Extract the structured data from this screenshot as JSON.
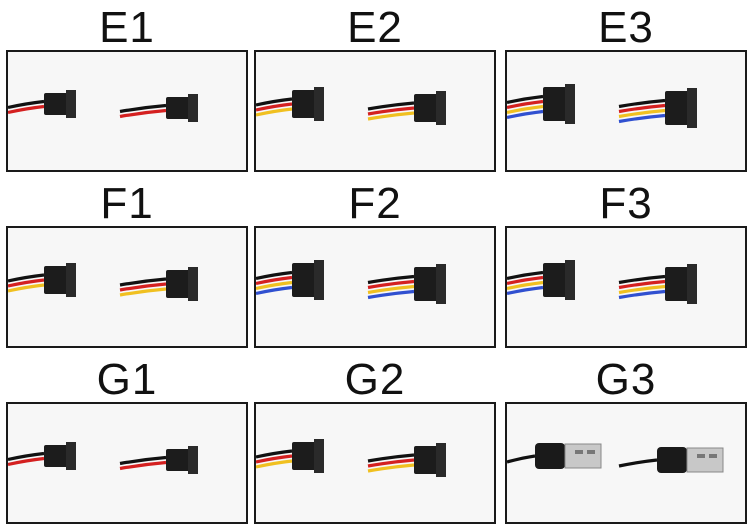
{
  "cells": [
    {
      "label": "E1",
      "wires": [
        "#111111",
        "#d42020"
      ],
      "connector": "plug-2pin"
    },
    {
      "label": "E2",
      "wires": [
        "#111111",
        "#d42020",
        "#f0c020"
      ],
      "connector": "plug-3pin"
    },
    {
      "label": "E3",
      "wires": [
        "#111111",
        "#d42020",
        "#f0c020",
        "#3050d0"
      ],
      "connector": "plug-4pin"
    },
    {
      "label": "F1",
      "wires": [
        "#111111",
        "#d42020",
        "#f0c020"
      ],
      "connector": "header-3pin"
    },
    {
      "label": "F2",
      "wires": [
        "#111111",
        "#d42020",
        "#f0c020",
        "#3050d0"
      ],
      "connector": "header-4pin"
    },
    {
      "label": "F3",
      "wires": [
        "#111111",
        "#d42020",
        "#f0c020",
        "#3050d0"
      ],
      "connector": "header-4pin-latch"
    },
    {
      "label": "G1",
      "wires": [
        "#111111",
        "#d42020"
      ],
      "connector": "sm-2pin"
    },
    {
      "label": "G2",
      "wires": [
        "#111111",
        "#d42020",
        "#f0c020"
      ],
      "connector": "sm-3pin"
    },
    {
      "label": "G3",
      "wires": [
        "#111111"
      ],
      "connector": "usb-a"
    }
  ]
}
